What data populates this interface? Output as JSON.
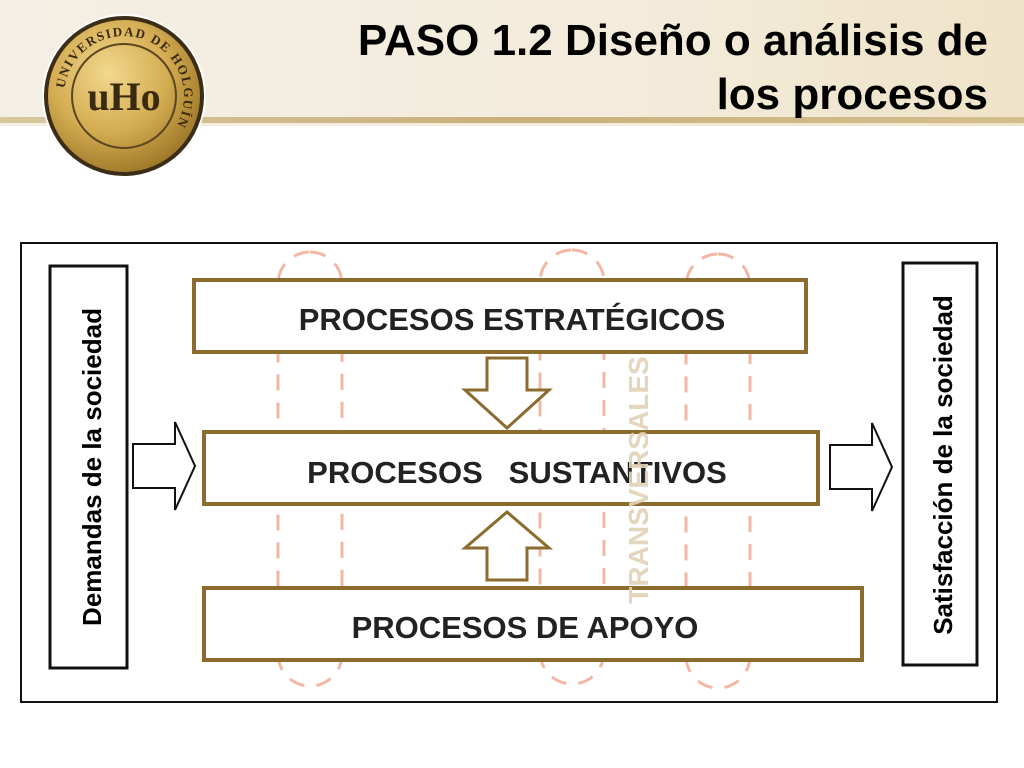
{
  "slide": {
    "title_line1": "PASO 1.2 Diseño o análisis de",
    "title_line2": "los procesos"
  },
  "logo": {
    "ring_text": "UNIVERSIDAD DE HOLGUÍN",
    "monogram": "uHo"
  },
  "diagram": {
    "left_label": "Demandas de la sociedad",
    "right_label": "Satisfacción de la sociedad",
    "box_strategic": "PROCESOS ESTRATÉGICOS",
    "box_substantive": "PROCESOS   SUSTANTIVOS",
    "box_support": "PROCESOS DE APOYO",
    "transversal": "TRANSVERSALES"
  },
  "colors": {
    "accent_gold": "#8b6b2e",
    "dashed_salmon": "#f2b8a4",
    "transversal_text": "#e2d2b5"
  }
}
